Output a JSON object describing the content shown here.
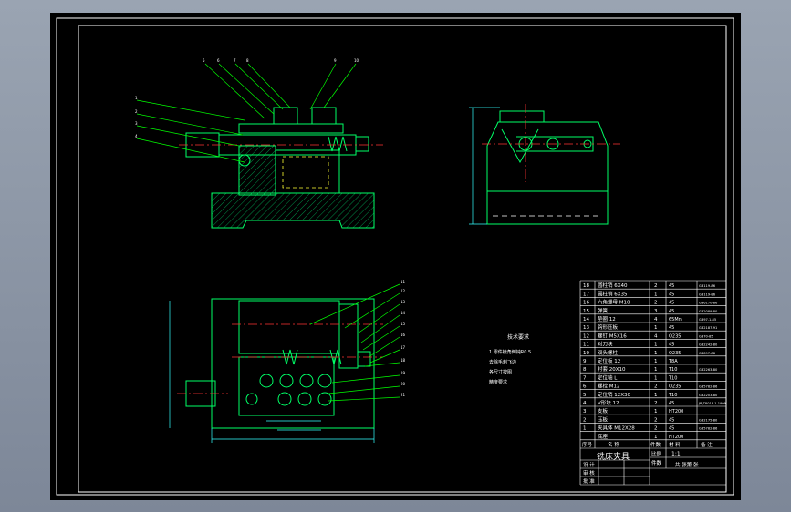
{
  "viewer": {
    "background": "#000000",
    "frame_color": "#ffffff"
  },
  "colors": {
    "part": "#00ff66",
    "leader": "#00ff00",
    "centerline": "#ff3333",
    "dimension": "#33ffff",
    "hidden": "#ffff33",
    "text": "#ffffff",
    "hatch": "#00cc66"
  },
  "notes": {
    "title": "技术要求",
    "lines": [
      "1.零件棱角倒钝R0.5",
      "去除毛刺飞边",
      "各尺寸按图",
      "精度要求"
    ]
  },
  "title_block": {
    "drawing_name": "铣床夹具",
    "scale_label": "比例",
    "scale_value": "1:1",
    "count_label": "件数",
    "sheet_label": "共 张第 张",
    "header": {
      "no": "序号",
      "name": "名 称",
      "qty": "件数",
      "material": "材 料",
      "remark": "备 注"
    },
    "sign_rows": [
      "设 计",
      "审 核",
      "批 准"
    ],
    "rows": [
      {
        "no": "18",
        "name": "圆柱销 6X40",
        "qty": "2",
        "material": "45",
        "remark": "GB119-86"
      },
      {
        "no": "17",
        "name": "圆柱销 6X35",
        "qty": "1",
        "material": "45",
        "remark": "GB119-86"
      },
      {
        "no": "16",
        "name": "六角螺母 M10",
        "qty": "2",
        "material": "45",
        "remark": "GB6170-86"
      },
      {
        "no": "15",
        "name": "弹簧",
        "qty": "3",
        "material": "45",
        "remark": "GB2089-80"
      },
      {
        "no": "14",
        "name": "垫圈 12",
        "qty": "4",
        "material": "65Mn",
        "remark": "GB97.1-85"
      },
      {
        "no": "13",
        "name": "钩形压板",
        "qty": "1",
        "material": "45",
        "remark": "GB2187-91"
      },
      {
        "no": "12",
        "name": "螺钉 M5X16",
        "qty": "4",
        "material": "Q235",
        "remark": "GB70-85"
      },
      {
        "no": "11",
        "name": "对刀块",
        "qty": "1",
        "material": "45",
        "remark": "GB2242-80"
      },
      {
        "no": "10",
        "name": "双头螺柱",
        "qty": "1",
        "material": "Q235",
        "remark": "GB897-88"
      },
      {
        "no": "9",
        "name": "定位板 12",
        "qty": "1",
        "material": "T8A",
        "remark": ""
      },
      {
        "no": "8",
        "name": "衬套 20X10",
        "qty": "1",
        "material": "T10",
        "remark": "GB2263-80"
      },
      {
        "no": "7",
        "name": "定位轴 L",
        "qty": "1",
        "material": "T10",
        "remark": ""
      },
      {
        "no": "6",
        "name": "螺栓 M12",
        "qty": "2",
        "material": "Q235",
        "remark": "GB5782-86"
      },
      {
        "no": "5",
        "name": "定位销 12X30",
        "qty": "1",
        "material": "T10",
        "remark": "GB2203-80"
      },
      {
        "no": "4",
        "name": "V形块 12",
        "qty": "2",
        "material": "45",
        "remark": "JB/T8018.1-1999"
      },
      {
        "no": "3",
        "name": "支板",
        "qty": "1",
        "material": "HT200",
        "remark": ""
      },
      {
        "no": "2",
        "name": "压板",
        "qty": "2",
        "material": "45",
        "remark": "GB2175-80"
      },
      {
        "no": "1",
        "name": "夹具体 M12X28",
        "qty": "2",
        "material": "45",
        "remark": "GB5782-86"
      },
      {
        "no": "",
        "name": "底座",
        "qty": "1",
        "material": "HT200",
        "remark": ""
      }
    ]
  },
  "callouts": {
    "front": [
      "1",
      "2",
      "3",
      "4",
      "5",
      "6",
      "7",
      "8",
      "9",
      "10"
    ],
    "top": [
      "11",
      "12",
      "13",
      "14",
      "15",
      "16",
      "17",
      "18",
      "19",
      "20",
      "21"
    ]
  }
}
